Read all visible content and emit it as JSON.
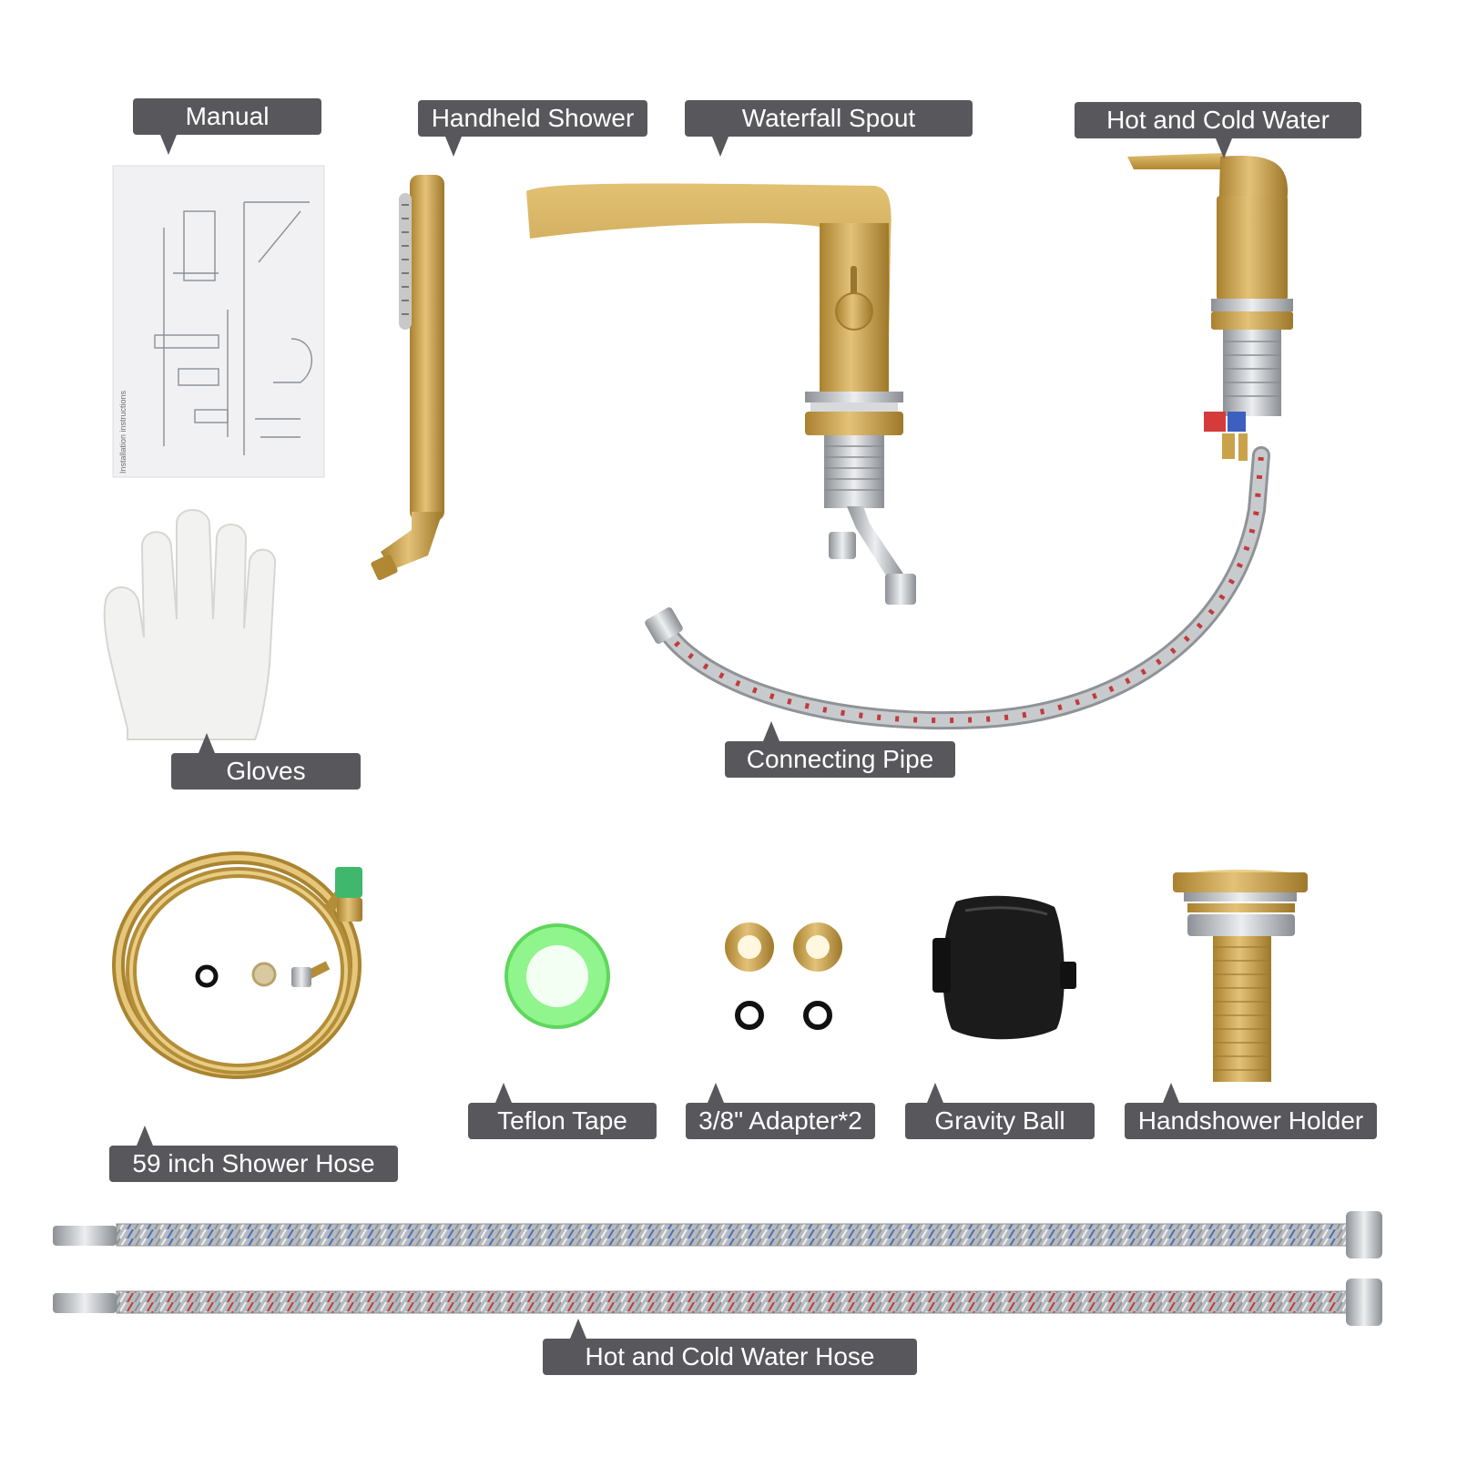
{
  "labels": {
    "manual": "Manual",
    "handheld_shower": "Handheld Shower",
    "waterfall_spout": "Waterfall Spout",
    "hot_cold_water": "Hot and Cold Water",
    "gloves": "Gloves",
    "connecting_pipe": "Connecting Pipe",
    "shower_hose": "59 inch Shower Hose",
    "teflon_tape": "Teflon Tape",
    "adapter": "3/8\" Adapter*2",
    "gravity_ball": "Gravity Ball",
    "handshower_holder": "Handshower Holder",
    "water_hose": "Hot and Cold Water Hose"
  },
  "manual_sheet": {
    "title": "Installation instructions"
  },
  "colors": {
    "label_bg": "#58585c",
    "gold": "#c9a24a",
    "chrome": "#b9bcc0",
    "teflon_green": "#7cf07a",
    "gravity_ball": "#1a1a1a"
  }
}
